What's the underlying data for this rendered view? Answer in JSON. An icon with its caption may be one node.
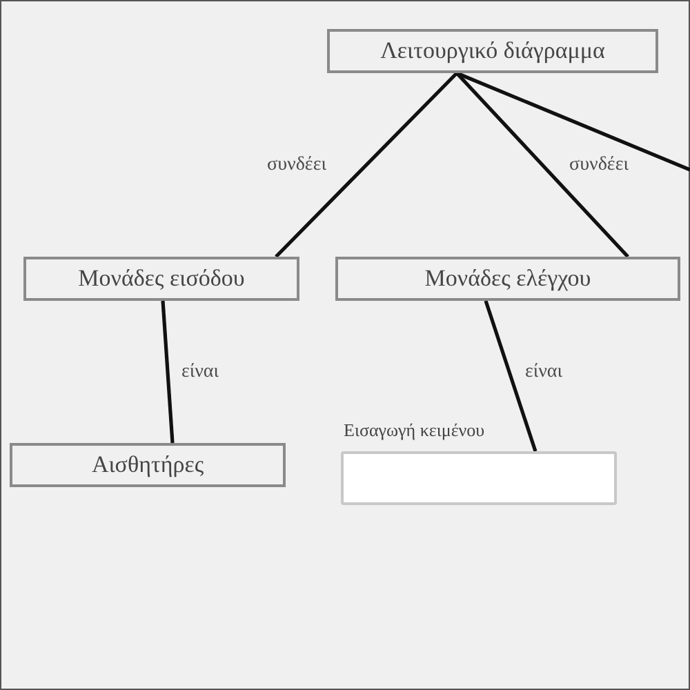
{
  "diagram": {
    "nodes": [
      {
        "text": [
          "Λειτουργικό διάγραμμα"
        ]
      },
      {
        "text": [
          "Μονάδες εισόδου"
        ]
      },
      {
        "text": [
          "Μονάδες ελέγχου"
        ]
      },
      {
        "text": [
          "Αισθητήρες"
        ]
      },
      {
        "text": [
          "Εισαγωγή κειμένου"
        ]
      }
    ],
    "edges": [
      {
        "from": 0,
        "to": 1,
        "arrow": "none",
        "label": "συνδέει"
      },
      {
        "from": 0,
        "to": 2,
        "arrow": "none",
        "label": "συνδέει"
      },
      {
        "from": 0,
        "to": null,
        "arrow": "none"
      },
      {
        "from": 1,
        "to": 3,
        "arrow": "none",
        "label": "είναι"
      },
      {
        "from": 2,
        "to": 4,
        "arrow": "none",
        "label": "είναι"
      }
    ]
  }
}
